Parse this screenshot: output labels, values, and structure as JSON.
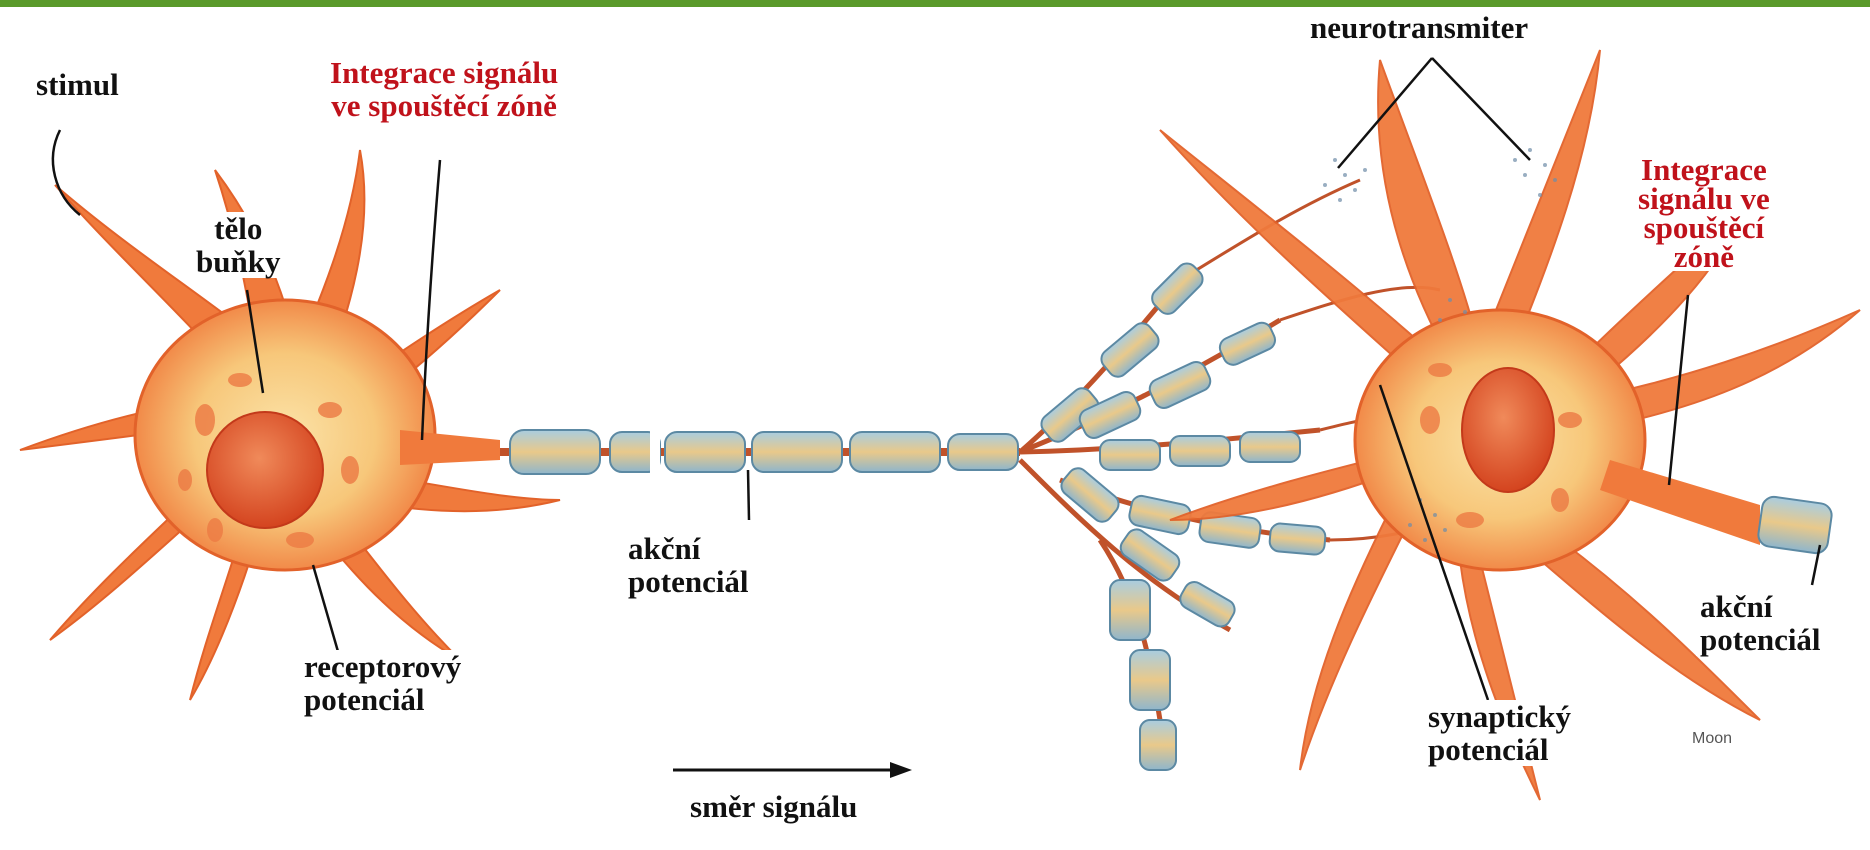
{
  "labels": {
    "stimul": "stimul",
    "integration_left_1": "Integrace signálu",
    "integration_left_2": "ve spouštěcí zóně",
    "cell_body_1": "tělo",
    "cell_body_2": "buňky",
    "receptor_potential_1": "receptorový",
    "receptor_potential_2": "potenciál",
    "action_potential_mid_1": "akční",
    "action_potential_mid_2": "potenciál",
    "signal_direction": "směr signálu",
    "neurotransmitter": "neurotransmiter",
    "integration_right_1": "Integrace",
    "integration_right_2": "signálu ve",
    "integration_right_3": "spouštěcí",
    "integration_right_4": "zóně",
    "action_potential_right_1": "akční",
    "action_potential_right_2": "potenciál",
    "synaptic_potential_1": "synaptický",
    "synaptic_potential_2": "potenciál",
    "signature": "Moon"
  },
  "colors": {
    "top_bar": "#5a9a2a",
    "label_red": "#c0121b",
    "neuron_orange": "#f07a3c",
    "neuron_core": "#f7c77a",
    "nucleus": "#e25a2c",
    "myelin_blue": "#9ec3d8"
  }
}
